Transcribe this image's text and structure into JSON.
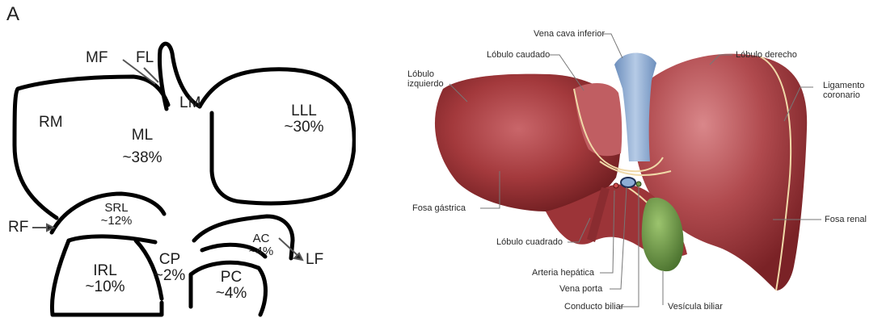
{
  "panel_a": {
    "letter": "A",
    "regions": {
      "RM": {
        "name": "RM"
      },
      "ML": {
        "name": "ML",
        "pct": "~38%"
      },
      "LLL": {
        "name": "LLL",
        "pct": "~30%"
      },
      "SRL": {
        "name": "SRL",
        "pct": "~12%"
      },
      "IRL": {
        "name": "IRL",
        "pct": "~10%"
      },
      "CP": {
        "name": "CP",
        "pct": "~2%"
      },
      "AC": {
        "name": "AC",
        "pct": "~4%"
      },
      "PC": {
        "name": "PC",
        "pct": "~4%"
      },
      "LM": {
        "name": "LM"
      }
    },
    "pointers": {
      "MF": "MF",
      "FL": "FL",
      "RF": "RF",
      "LF": "LF"
    }
  },
  "panel_b": {
    "labels": {
      "vena_cava": "Vena cava inferior",
      "caudado": "Lóbulo caudado",
      "derecho": "Lóbulo derecho",
      "izquierdo_1": "Lóbulo",
      "izquierdo_2": "izquierdo",
      "ligamento_1": "Ligamento",
      "ligamento_2": "coronario",
      "fosa_gastrica": "Fosa gástrica",
      "fosa_renal": "Fosa renal",
      "cuadrado": "Lóbulo cuadrado",
      "arteria": "Arteria hepática",
      "vena_porta": "Vena porta",
      "conducto": "Conducto biliar",
      "vesicula": "Vesícula biliar"
    },
    "colors": {
      "liver": "#8e2a2a",
      "liver_light": "#c9666a",
      "vena_cava": "#8eaed6",
      "gallbladder": "#6f9a48",
      "ligament": "#f0d9a8"
    }
  }
}
